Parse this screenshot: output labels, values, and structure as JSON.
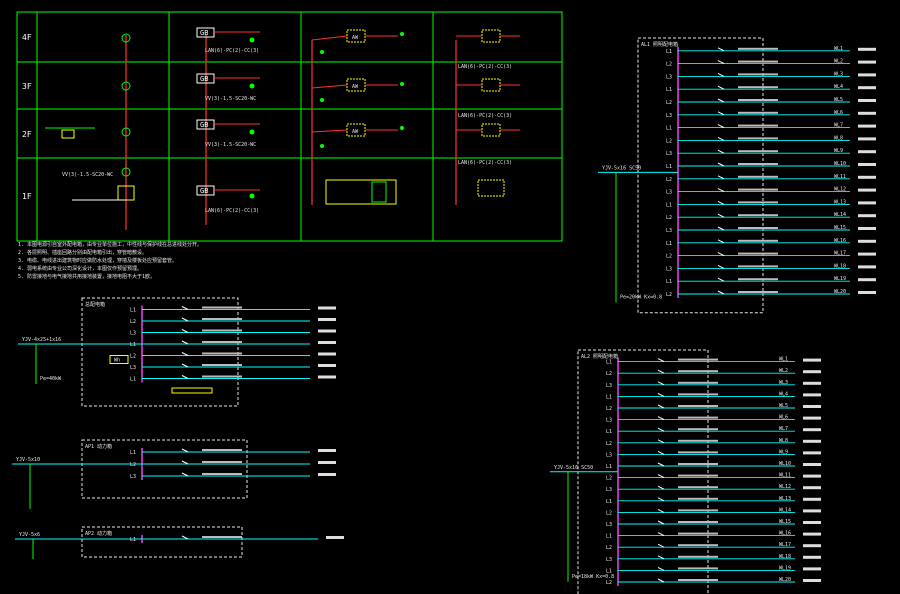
{
  "riser": {
    "floors": [
      "4F",
      "3F",
      "2F",
      "1F"
    ],
    "panel_label": "GB",
    "box_label": "AW",
    "cable_top": "LAN(6)-PC(2)-CC(3)",
    "cable_mid": "VV(3)-1.5-SC20-WC"
  },
  "notes": [
    "1. 本图电源引自室外配电箱，由专业单位施工，中性线与保护线在总进线处分开。",
    "2. 各层照明、插座回路分别由配电箱引出，穿管暗敷设。",
    "3. 电缆、电线进出建筑物时应做防水处理，穿墙及楼板处应预留套管。",
    "4. 弱电系统由专业公司深化设计，本图仅作预留预埋。",
    "5. 防雷接地与电气接地共用接地装置，接地电阻不大于1欧。"
  ],
  "panels": {
    "top_right": {
      "title": "AL1 照明配电箱",
      "incoming": "YJV-5x16 SC50",
      "circuit_ids": [
        "L1",
        "L2",
        "L3",
        "L1",
        "L2",
        "L3",
        "L1",
        "L2",
        "L3",
        "L1",
        "L2",
        "L3",
        "L1",
        "L2",
        "L3",
        "L1",
        "L2",
        "L3",
        "L1",
        "L2"
      ],
      "wl": [
        "WL1",
        "WL2",
        "WL3",
        "WL4",
        "WL5",
        "WL6",
        "WL7",
        "WL8",
        "WL9",
        "WL10",
        "WL11",
        "WL12",
        "WL13",
        "WL14",
        "WL15",
        "WL16",
        "WL17",
        "WL18",
        "WL19",
        "WL20"
      ],
      "bottom_note": "Pe=20kW Kx=0.8"
    },
    "bottom_right": {
      "title": "AL2 照明配电箱",
      "incoming": "YJV-5x16 SC50",
      "circuit_ids": [
        "L1",
        "L2",
        "L3",
        "L1",
        "L2",
        "L3",
        "L1",
        "L2",
        "L3",
        "L1",
        "L2",
        "L3",
        "L1",
        "L2",
        "L3",
        "L1",
        "L2",
        "L3",
        "L1",
        "L2"
      ],
      "wl": [
        "WL1",
        "WL2",
        "WL3",
        "WL4",
        "WL5",
        "WL6",
        "WL7",
        "WL8",
        "WL9",
        "WL10",
        "WL11",
        "WL12",
        "WL13",
        "WL14",
        "WL15",
        "WL16",
        "WL17",
        "WL18",
        "WL19",
        "WL20"
      ],
      "bottom_note": "Pe=18kW Kx=0.8"
    },
    "mid_left": {
      "title": "总配电箱",
      "incoming": "YJV-4x25+1x16",
      "circuit_ids": [
        "L1",
        "L2",
        "L3",
        "L1",
        "L2",
        "L3",
        "L1"
      ],
      "meter_label": "Wh",
      "bottom_note": "Pe=40kW"
    },
    "lower_left": {
      "title": "AP1 动力箱",
      "incoming": "YJV-5x10",
      "circuit_ids": [
        "L1",
        "L2",
        "L3"
      ]
    },
    "bottom_left": {
      "title": "AP2 动力箱",
      "incoming": "YJV-5x6",
      "circuit_ids": [
        "L1"
      ]
    }
  }
}
